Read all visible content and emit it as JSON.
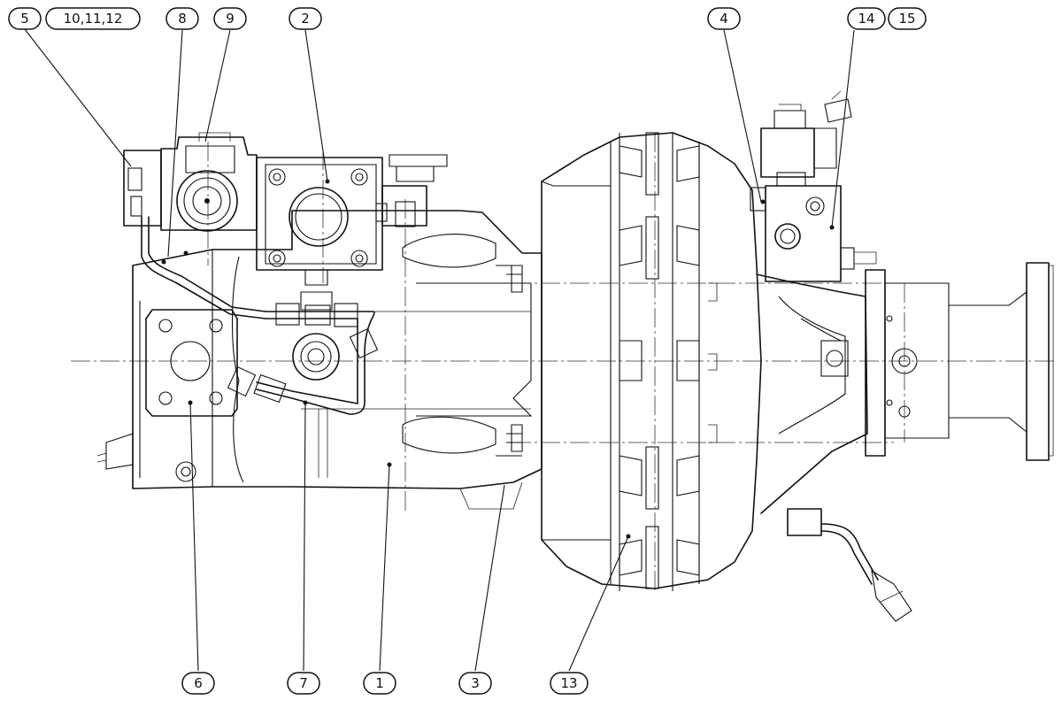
{
  "callouts": {
    "c5": "5",
    "c10_11_12": "10,11,12",
    "c8": "8",
    "c9": "9",
    "c2": "2",
    "c4": "4",
    "c14": "14",
    "c15": "15",
    "c6": "6",
    "c7": "7",
    "c1": "1",
    "c3": "3",
    "c13": "13"
  }
}
